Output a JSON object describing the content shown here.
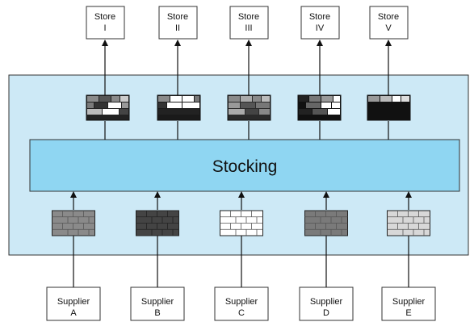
{
  "diagram": {
    "center_label": "Stocking",
    "stores": [
      {
        "line1": "Store",
        "line2": "I"
      },
      {
        "line1": "Store",
        "line2": "II"
      },
      {
        "line1": "Store",
        "line2": "III"
      },
      {
        "line1": "Store",
        "line2": "IV"
      },
      {
        "line1": "Store",
        "line2": "V"
      }
    ],
    "suppliers": [
      {
        "line1": "Supplier",
        "line2": "A"
      },
      {
        "line1": "Supplier",
        "line2": "B"
      },
      {
        "line1": "Supplier",
        "line2": "C"
      },
      {
        "line1": "Supplier",
        "line2": "D"
      },
      {
        "line1": "Supplier",
        "line2": "E"
      }
    ],
    "colors": {
      "outer_panel": "#cde9f6",
      "stocking_box": "#8fd6f2",
      "border": "#333333",
      "supplier_brick_fills": [
        "#8a8a8a",
        "#444444",
        "#ffffff",
        "#7a7a7a",
        "#d8d8d8"
      ]
    }
  }
}
